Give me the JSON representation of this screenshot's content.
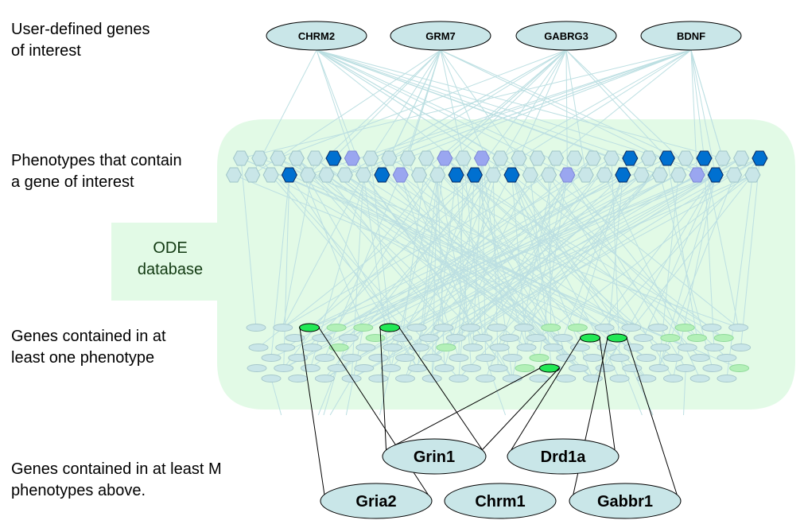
{
  "labels": {
    "user_defined": [
      "User-defined genes",
      "of interest"
    ],
    "phenotypes": [
      "Phenotypes that contain",
      "a gene of interest"
    ],
    "database": [
      "ODE",
      "database"
    ],
    "genes_contained": [
      "Genes contained in at",
      "least one phenotype"
    ],
    "genes_m": [
      "Genes contained in at least M",
      "phenotypes above."
    ]
  },
  "genes_of_interest": [
    "CHRM2",
    "GRM7",
    "GABRG3",
    "BDNF"
  ],
  "result_genes": [
    "Grin1",
    "Drd1a",
    "Gria2",
    "Chrm1",
    "Gabbr1"
  ],
  "colors": {
    "panel": "#e2fae6",
    "gene_node": "#c9e6e8",
    "edge": "#bcdfe2",
    "hex_plain": "#c9e6e8",
    "hex_dark": "#0070d0",
    "hex_light": "#9aa6f0",
    "ellipse_plain": "#c9e6e8",
    "ellipse_light_green": "#b3f0b8",
    "ellipse_bright_green": "#22e855"
  }
}
